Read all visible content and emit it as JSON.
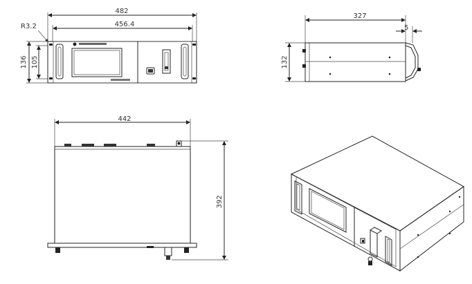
{
  "front_view": {
    "dim_width_total": "482",
    "dim_width_inner": "456.4",
    "dim_height_total": "136",
    "dim_height_inner": "105",
    "dim_radius": "R3.2"
  },
  "side_view": {
    "dim_depth": "327",
    "dim_handle": "5",
    "dim_height": "132"
  },
  "top_view": {
    "dim_width": "442",
    "dim_depth": "392"
  }
}
